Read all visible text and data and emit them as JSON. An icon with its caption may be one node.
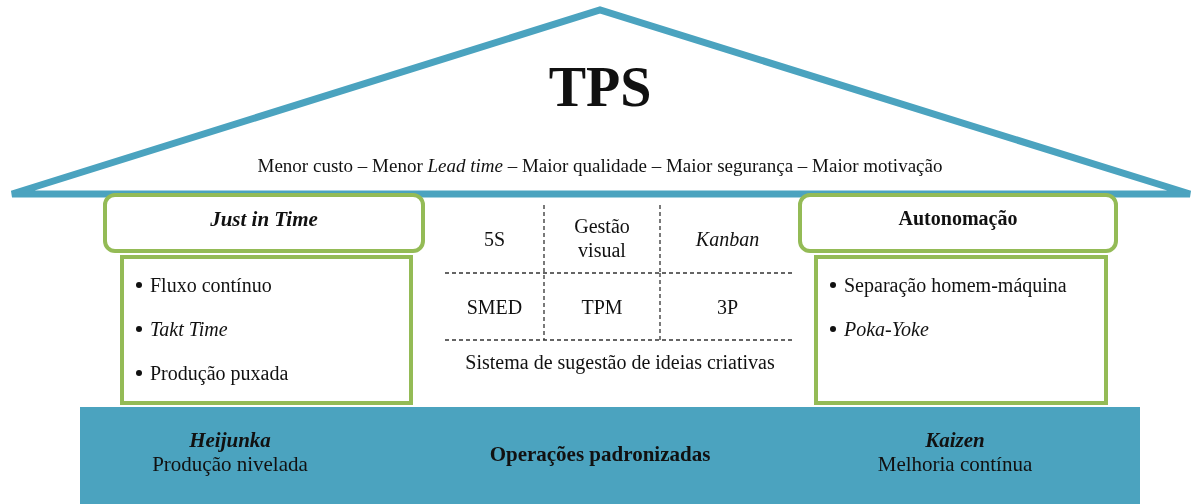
{
  "diagram": {
    "nodes": [
      {
        "text": [
          "TPS",
          "Menor custo – Menor *Lead time* – Maior qualidade – Maior segurança – Maior motivação"
        ]
      },
      {
        "text": [
          "Just in Time"
        ]
      },
      {
        "text": [
          "Fluxo contínuo",
          "Takt Time",
          "Produção puxada"
        ]
      },
      {
        "text": [
          "Autonomação"
        ]
      },
      {
        "text": [
          "Separação homem-máquina",
          "Poka-Yoke"
        ]
      },
      {
        "text": [
          "Heijunka",
          "Produção nivelada",
          "Operações padronizadas",
          "Kaizen",
          "Melhoria contínua"
        ]
      }
    ],
    "labels": [
      "5S",
      "Gestão visual",
      "Kanban",
      "SMED",
      "TPM",
      "3P",
      "Sistema de sugestão de ideias criativas"
    ]
  }
}
